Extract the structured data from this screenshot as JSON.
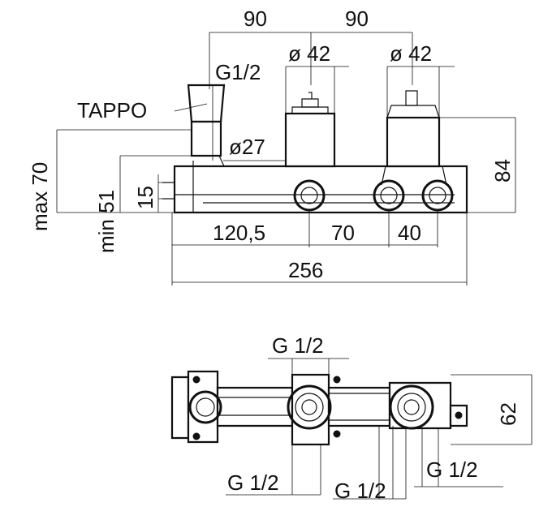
{
  "front_view": {
    "dims_top": [
      "90",
      "90"
    ],
    "dia_labels": [
      "ø 42",
      "ø 42",
      "ø27"
    ],
    "thread_label": "G1/2",
    "tappo_label": "TAPPO",
    "left_dims": [
      "max 70",
      "min 51",
      "15"
    ],
    "right_dim": "84",
    "bottom_dims": [
      "120,5",
      "70",
      "40"
    ],
    "overall_dim": "256"
  },
  "top_view": {
    "thread_top": "G 1/2",
    "height_dim": "62",
    "thread_bottom": [
      "G 1/2",
      "G 1/2",
      "G 1/2"
    ]
  },
  "colors": {
    "line": "#111111",
    "background": "#ffffff"
  }
}
